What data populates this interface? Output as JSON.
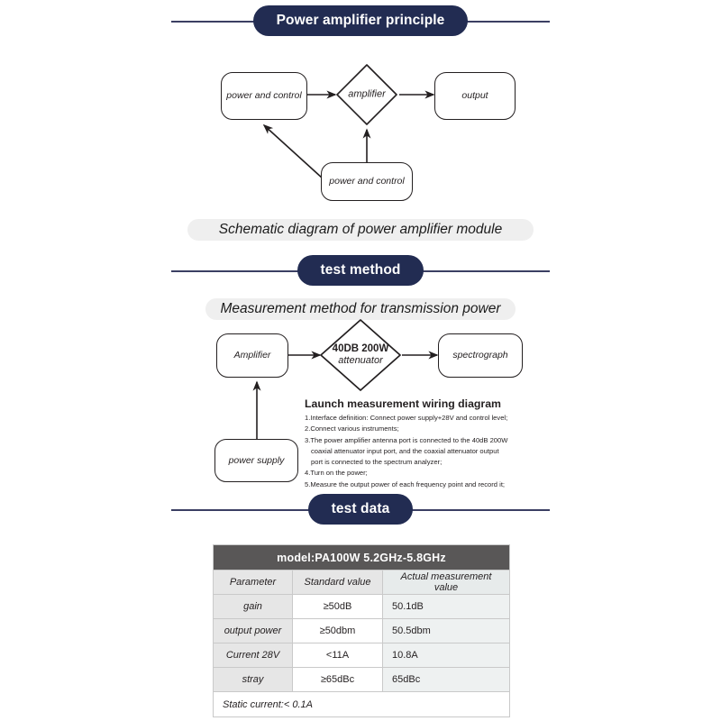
{
  "theme": {
    "navy": "#222c52",
    "rule": "#3b3f63",
    "caption_band": "#efefef",
    "table_header": "#595757",
    "table_param_bg": "#e6e6e6",
    "table_actual_bg": "#eef1f1",
    "stroke": "#231f20"
  },
  "sections": {
    "principle": {
      "banner": "Power amplifier principle",
      "caption": "Schematic diagram of power amplifier module",
      "diagram": {
        "node_power_control_left": "power and control",
        "node_amplifier": "amplifier",
        "node_output": "output",
        "node_power_control_bottom": "power and control"
      }
    },
    "test_method": {
      "banner": "test method",
      "caption": "Measurement method for transmission power",
      "diagram": {
        "node_amplifier": "Amplifier",
        "node_attenuator_line1": "40DB 200W",
        "node_attenuator_line2": "attenuator",
        "node_spectrograph": "spectrograph",
        "node_power_supply": "power supply"
      },
      "wiring": {
        "title": "Launch measurement wiring diagram",
        "steps": [
          {
            "num": "1.",
            "text": "Interface definition: Connect power supply+28V and control level;",
            "cont": []
          },
          {
            "num": "2.",
            "text": "Connect various instruments;",
            "cont": []
          },
          {
            "num": "3.",
            "text": "The power amplifier antenna port is connected to the 40dB 200W",
            "cont": [
              "coaxial attenuator input port, and the coaxial attenuator output",
              "port is connected to the spectrum analyzer;"
            ]
          },
          {
            "num": "4.",
            "text": "Turn on the power;",
            "cont": []
          },
          {
            "num": "5.",
            "text": "Measure the output power of each frequency point and record it;",
            "cont": []
          }
        ]
      }
    },
    "test_data": {
      "banner": "test data",
      "table": {
        "model": "model:PA100W 5.2GHz-5.8GHz",
        "columns": [
          "Parameter",
          "Standard value",
          "Actual measurement value"
        ],
        "rows": [
          {
            "parameter": "gain",
            "standard": "≥50dB",
            "actual": "50.1dB"
          },
          {
            "parameter": "output power",
            "standard": "≥50dbm",
            "actual": "50.5dbm"
          },
          {
            "parameter": "Current 28V",
            "standard": "<11A",
            "actual": "10.8A"
          },
          {
            "parameter": "stray",
            "standard": "≥65dBc",
            "actual": "65dBc"
          }
        ],
        "footer": "Static current:< 0.1A"
      }
    }
  }
}
